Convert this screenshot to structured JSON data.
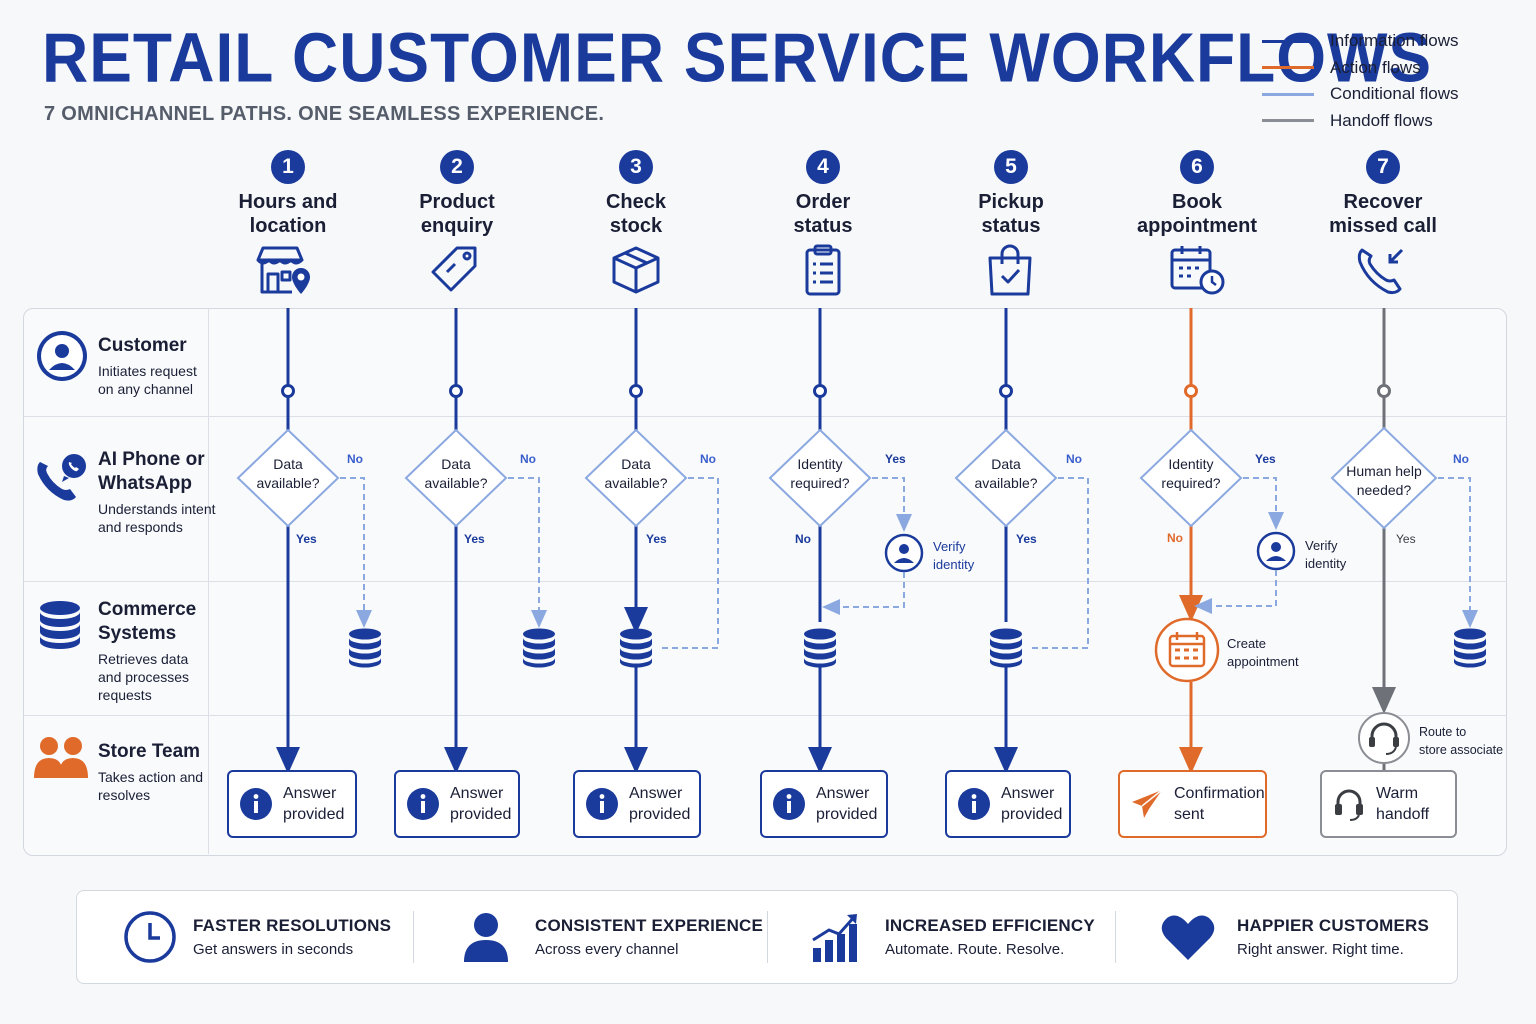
{
  "header": {
    "title": "RETAIL CUSTOMER SERVICE WORKFLOWS",
    "subtitle": "7 OMNICHANNEL PATHS. ONE SEAMLESS EXPERIENCE."
  },
  "legend": [
    {
      "label": "Information flows",
      "color": "#1a3a9c"
    },
    {
      "label": "Action flows",
      "color": "#e06a2a"
    },
    {
      "label": "Conditional flows",
      "color": "#8ba9e0"
    },
    {
      "label": "Handoff flows",
      "color": "#8a8d93"
    }
  ],
  "columns": [
    {
      "number": "1",
      "title_line1": "Hours and",
      "title_line2": "location",
      "icon": "store-location-icon"
    },
    {
      "number": "2",
      "title_line1": "Product",
      "title_line2": "enquiry",
      "icon": "tag-icon"
    },
    {
      "number": "3",
      "title_line1": "Check",
      "title_line2": "stock",
      "icon": "box-icon"
    },
    {
      "number": "4",
      "title_line1": "Order",
      "title_line2": "status",
      "icon": "clipboard-icon"
    },
    {
      "number": "5",
      "title_line1": "Pickup",
      "title_line2": "status",
      "icon": "shopping-bag-icon"
    },
    {
      "number": "6",
      "title_line1": "Book",
      "title_line2": "appointment",
      "icon": "calendar-clock-icon"
    },
    {
      "number": "7",
      "title_line1": "Recover",
      "title_line2": "missed call",
      "icon": "missed-call-icon"
    }
  ],
  "lanes": [
    {
      "name": "Customer",
      "desc_line1": "Initiates request",
      "desc_line2": "on any channel",
      "icon": "person-icon"
    },
    {
      "name_line1": "AI Phone or",
      "name_line2": "WhatsApp",
      "desc_line1": "Understands intent",
      "desc_line2": "and responds",
      "icon": "phone-chat-icon"
    },
    {
      "name_line1": "Commerce",
      "name_line2": "Systems",
      "desc_line1": "Retrieves data",
      "desc_line2": "and processes",
      "desc_line3": "requests",
      "icon": "database-icon"
    },
    {
      "name": "Store Team",
      "desc_line1": "Takes action and",
      "desc_line2": "resolves",
      "icon": "team-icon"
    }
  ],
  "decisions": [
    {
      "line1": "Data",
      "line2": "available?",
      "side_label": "No",
      "down_label": "Yes"
    },
    {
      "line1": "Data",
      "line2": "available?",
      "side_label": "No",
      "down_label": "Yes"
    },
    {
      "line1": "Data",
      "line2": "available?",
      "side_label": "No",
      "down_label": "Yes"
    },
    {
      "line1": "Identity",
      "line2": "required?",
      "side_label": "Yes",
      "down_label": "No"
    },
    {
      "line1": "Data",
      "line2": "available?",
      "side_label": "No",
      "down_label": "Yes"
    },
    {
      "line1": "Identity",
      "line2": "required?",
      "side_label": "Yes",
      "down_label": "No"
    },
    {
      "line1": "Human help",
      "line2": "needed?",
      "side_label": "No",
      "down_label": "Yes"
    }
  ],
  "steps": {
    "verify_line1": "Verify",
    "verify_line2": "identity",
    "create_line1": "Create",
    "create_line2": "appointment",
    "route_line1": "Route to",
    "route_line2": "store associate"
  },
  "outcomes": [
    {
      "line1": "Answer",
      "line2": "provided"
    },
    {
      "line1": "Answer",
      "line2": "provided"
    },
    {
      "line1": "Answer",
      "line2": "provided"
    },
    {
      "line1": "Answer",
      "line2": "provided"
    },
    {
      "line1": "Answer",
      "line2": "provided"
    },
    {
      "line1": "Confirmation",
      "line2": "sent"
    },
    {
      "line1": "Warm",
      "line2": "handoff"
    }
  ],
  "footer": [
    {
      "title": "FASTER RESOLUTIONS",
      "desc": "Get answers in seconds",
      "icon": "clock-icon"
    },
    {
      "title": "CONSISTENT EXPERIENCE",
      "desc": "Across every channel",
      "icon": "person-icon"
    },
    {
      "title": "INCREASED EFFICIENCY",
      "desc": "Automate. Route. Resolve.",
      "icon": "growth-chart-icon"
    },
    {
      "title": "HAPPIER CUSTOMERS",
      "desc": "Right answer. Right time.",
      "icon": "heart-icon"
    }
  ],
  "colors": {
    "primary": "#1a3a9c",
    "action": "#e06a2a",
    "conditional": "#8ba9e0",
    "handoff": "#8a8d93"
  }
}
